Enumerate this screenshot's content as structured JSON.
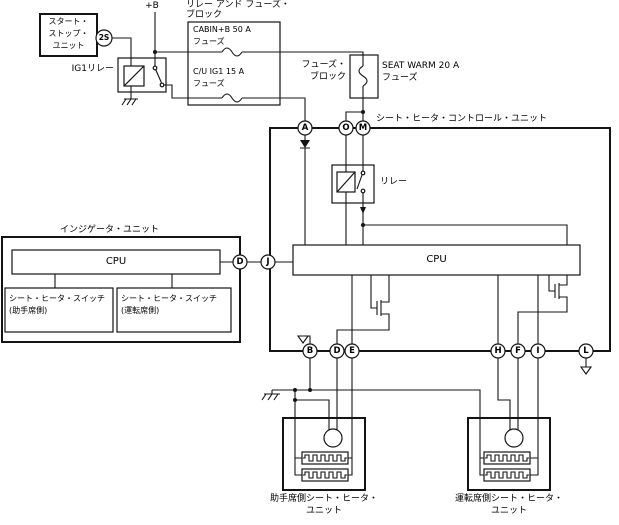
{
  "power": {
    "plus_b": "+B",
    "relay_and_fuse_block": {
      "line1": "リレー アンド フューズ・",
      "line2": "ブロック",
      "cabin_fuse_line1": "CABIN+B 50 A",
      "cabin_fuse_line2": "フューズ",
      "cu_ig1_fuse_line1": "C/U IG1 15 A",
      "cu_ig1_fuse_line2": "フューズ"
    },
    "fuse_block": {
      "line1": "フューズ・",
      "line2": "ブロック",
      "seat_warm_line1": "SEAT WARM 20 A",
      "seat_warm_line2": "フューズ"
    }
  },
  "start_stop_unit": {
    "line1": "スタート・",
    "line2": "ストップ・",
    "line3": "ユニット",
    "connector": "2S"
  },
  "ig1_relay": {
    "label": "IG1リレー"
  },
  "control_unit": {
    "title": "シート・ヒータ・コントロール・ユニット",
    "relay": "リレー",
    "cpu": "CPU",
    "connectors": {
      "a": "A",
      "o": "O",
      "m": "M",
      "b": "B",
      "d": "D",
      "e": "E",
      "h": "H",
      "f": "F",
      "i": "I",
      "l": "L"
    }
  },
  "indicator_unit": {
    "title": "インジゲータ・ユニット",
    "cpu": "CPU",
    "switch_passenger": {
      "line1": "シート・ヒータ・スイッチ",
      "line2": "(助手席側)"
    },
    "switch_driver": {
      "line1": "シート・ヒータ・スイッチ",
      "line2": "(運転席側)"
    },
    "connectors": {
      "d": "D",
      "j": "J"
    }
  },
  "heater_units": {
    "passenger": {
      "line1": "助手席側シート・ヒータ・",
      "line2": "ユニット"
    },
    "driver": {
      "line1": "運転席側シート・ヒータ・",
      "line2": "ユニット"
    }
  }
}
